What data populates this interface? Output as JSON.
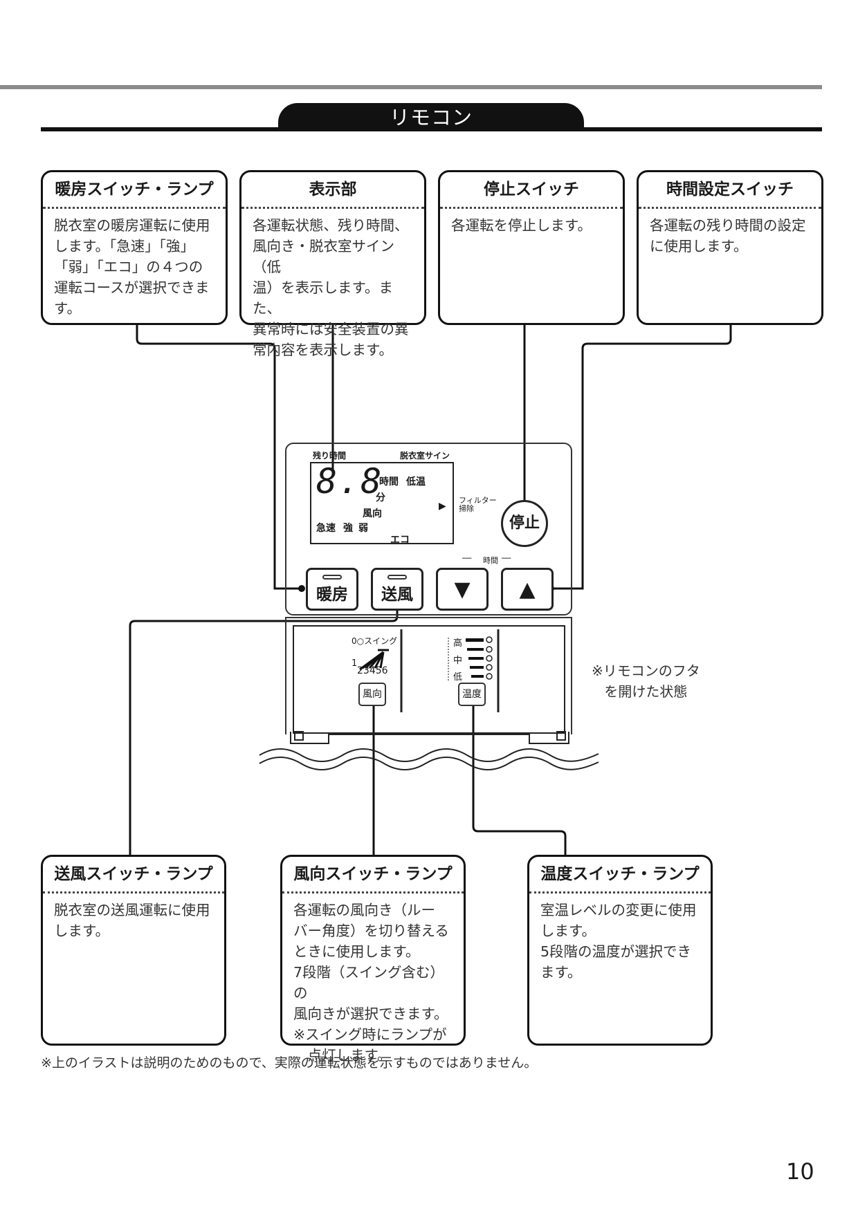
{
  "section": {
    "title": "リモコン"
  },
  "callouts": {
    "heating": {
      "title": "暖房スイッチ・ランプ",
      "body": "脱衣室の暖房運転に使用\nします。「急速」「強」\n「弱」「エコ」の４つの\n運転コースが選択できま\nす。"
    },
    "display": {
      "title": "表示部",
      "body": "各運転状態、残り時間、\n風向き・脱衣室サイン（低\n温）を表示します。また、\n異常時には安全装置の異\n常内容を表示します。"
    },
    "stop": {
      "title": "停止スイッチ",
      "body": "各運転を停止します。"
    },
    "timer": {
      "title": "時間設定スイッチ",
      "body": "各運転の残り時間の設定\nに使用します。"
    },
    "fan": {
      "title": "送風スイッチ・ランプ",
      "body": "脱衣室の送風運転に使用\nします。"
    },
    "direction": {
      "title": "風向スイッチ・ランプ",
      "body": "各運転の風向き（ルー\nバー角度）を切り替える\nときに使用します。\n7段階（スイング含む）の\n風向きが選択できます。\n※スイング時にランプが\n　点灯します。"
    },
    "temp": {
      "title": "温度スイッチ・ランプ",
      "body": "室温レベルの変更に使用\nします。\n5段階の温度が選択でき\nます。"
    }
  },
  "remote": {
    "remaining_time_label": "残り時間",
    "dressing_room_sign_label": "脱衣室サイン",
    "digits": "8.8",
    "hours_label": "時間",
    "low_temp_label": "低温",
    "minutes_label": "分",
    "direction_label": "風向",
    "modes": [
      "急速",
      "強",
      "弱"
    ],
    "eco_label": "エコ",
    "filter_label": "フィルター\n掃除",
    "stop_button": "停止",
    "heat_button": "暖房",
    "fan_button": "送風",
    "time_group_label": "時間",
    "down_arrow": "▼",
    "up_arrow": "▲",
    "swing_label": "0○スイング",
    "angle_label_1": "1",
    "angle_label_rest": "23456",
    "direction_button": "風向",
    "temp_levels": [
      "高",
      "中",
      "低"
    ],
    "temp_button": "温度"
  },
  "lid_note": "※リモコンのフタ\nを開けた状態",
  "footnote": "※上のイラストは説明のためのもので、実際の運転状態を示すものではありません。",
  "page_number": "10"
}
